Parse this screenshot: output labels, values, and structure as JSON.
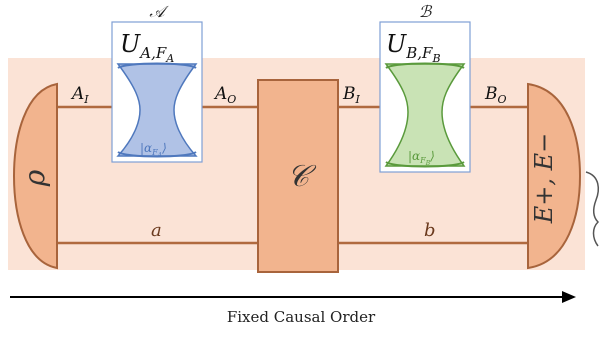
{
  "diagram": {
    "colors": {
      "band": "#fbe3d6",
      "wire": "#b06a3f",
      "box_fill": "#f2b48e",
      "box_stroke": "#a8643c",
      "panel_stroke": "#7f9fd4",
      "cavity_a_fill": "#b0c2e6",
      "cavity_a_stroke": "#4f78bd",
      "cavity_b_fill": "#c9e3b5",
      "cavity_b_stroke": "#5a9a3c",
      "arrow": "#000000"
    },
    "source": {
      "label": "ρ"
    },
    "measurement": {
      "label": "E+, E−"
    },
    "channel": {
      "label": "𝒞"
    },
    "party_a": {
      "name": "𝒜",
      "unitary_base": "U",
      "unitary_sub": "A,F",
      "unitary_subsub": "A",
      "state_main": "|α",
      "state_sub": "F",
      "state_subsub": "A",
      "state_close": "⟩"
    },
    "party_b": {
      "name": "ℬ",
      "unitary_base": "U",
      "unitary_sub": "B,F",
      "unitary_subsub": "B",
      "state_main": "|α",
      "state_sub": "F",
      "state_subsub": "B",
      "state_close": "⟩"
    },
    "wires": {
      "a_in": {
        "base": "A",
        "sub": "I"
      },
      "a_out": {
        "base": "A",
        "sub": "O"
      },
      "b_in": {
        "base": "B",
        "sub": "I"
      },
      "b_out": {
        "base": "B",
        "sub": "O"
      },
      "ancilla_a": "a",
      "ancilla_b": "b"
    },
    "caption": "Fixed Causal Order"
  }
}
